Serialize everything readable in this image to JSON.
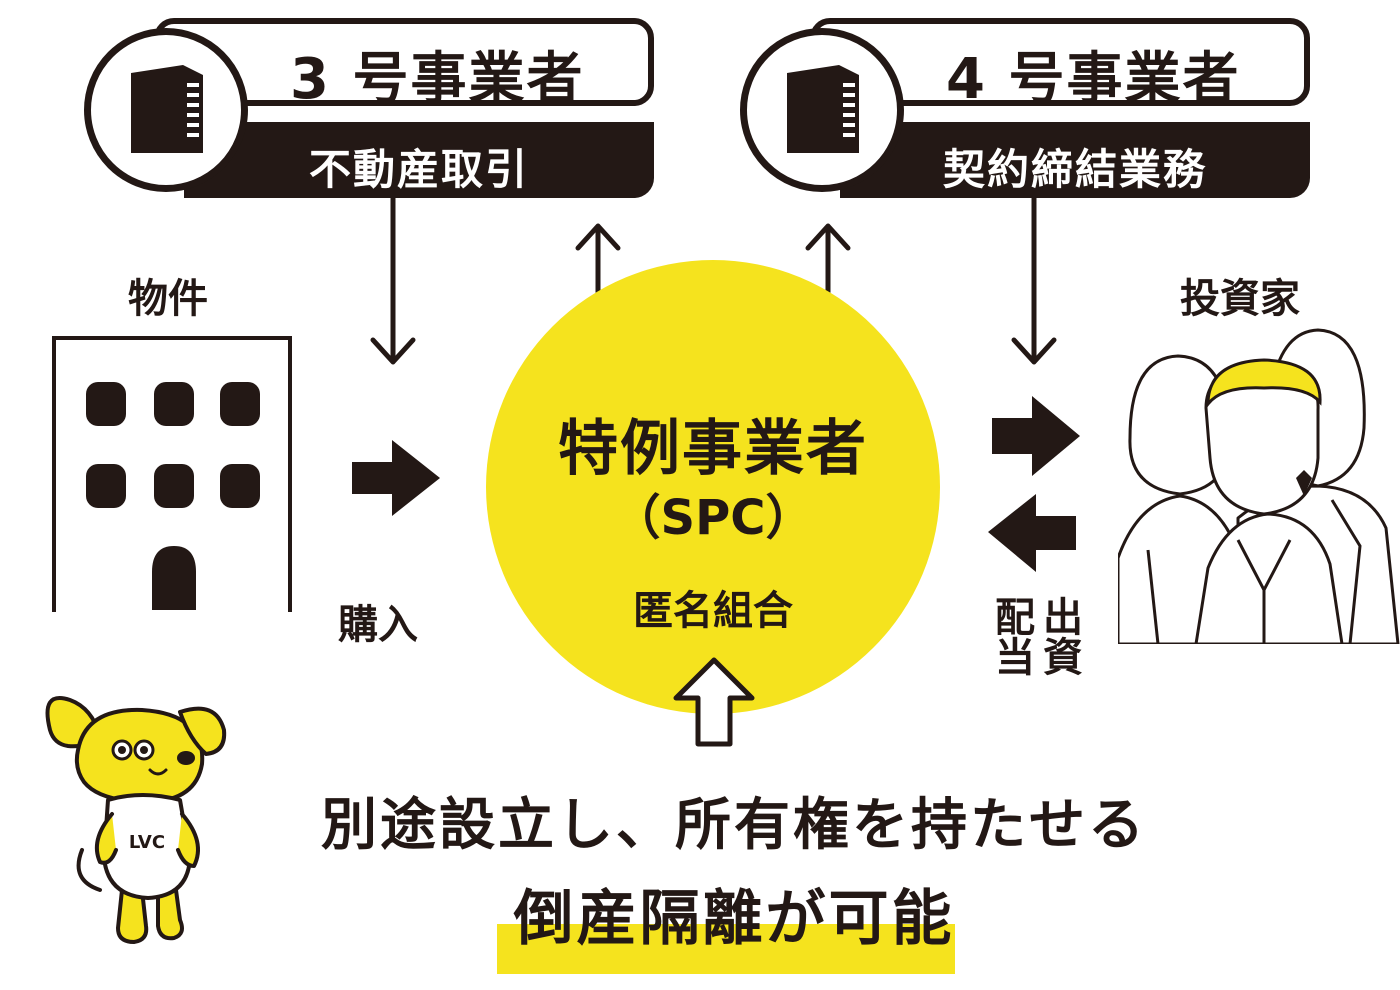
{
  "operators": {
    "op3": {
      "title": "3 号事業者",
      "subtitle": "不動産取引"
    },
    "op4": {
      "title": "4 号事業者",
      "subtitle": "契約締結業務"
    }
  },
  "labels": {
    "property": "物件",
    "investors": "投資家",
    "purchase": "購入",
    "investment": "出資",
    "dividend": "配当"
  },
  "spc": {
    "name": "特例事業者",
    "abbr": "（SPC）",
    "scheme": "匿名組合"
  },
  "caption": {
    "line1": "別途設立し、所有権を持たせる",
    "line2": "倒産隔離が可能"
  },
  "mascot": {
    "shirt_text": "LVC"
  },
  "colors": {
    "accent": "#f5e31e",
    "ink": "#231815"
  }
}
